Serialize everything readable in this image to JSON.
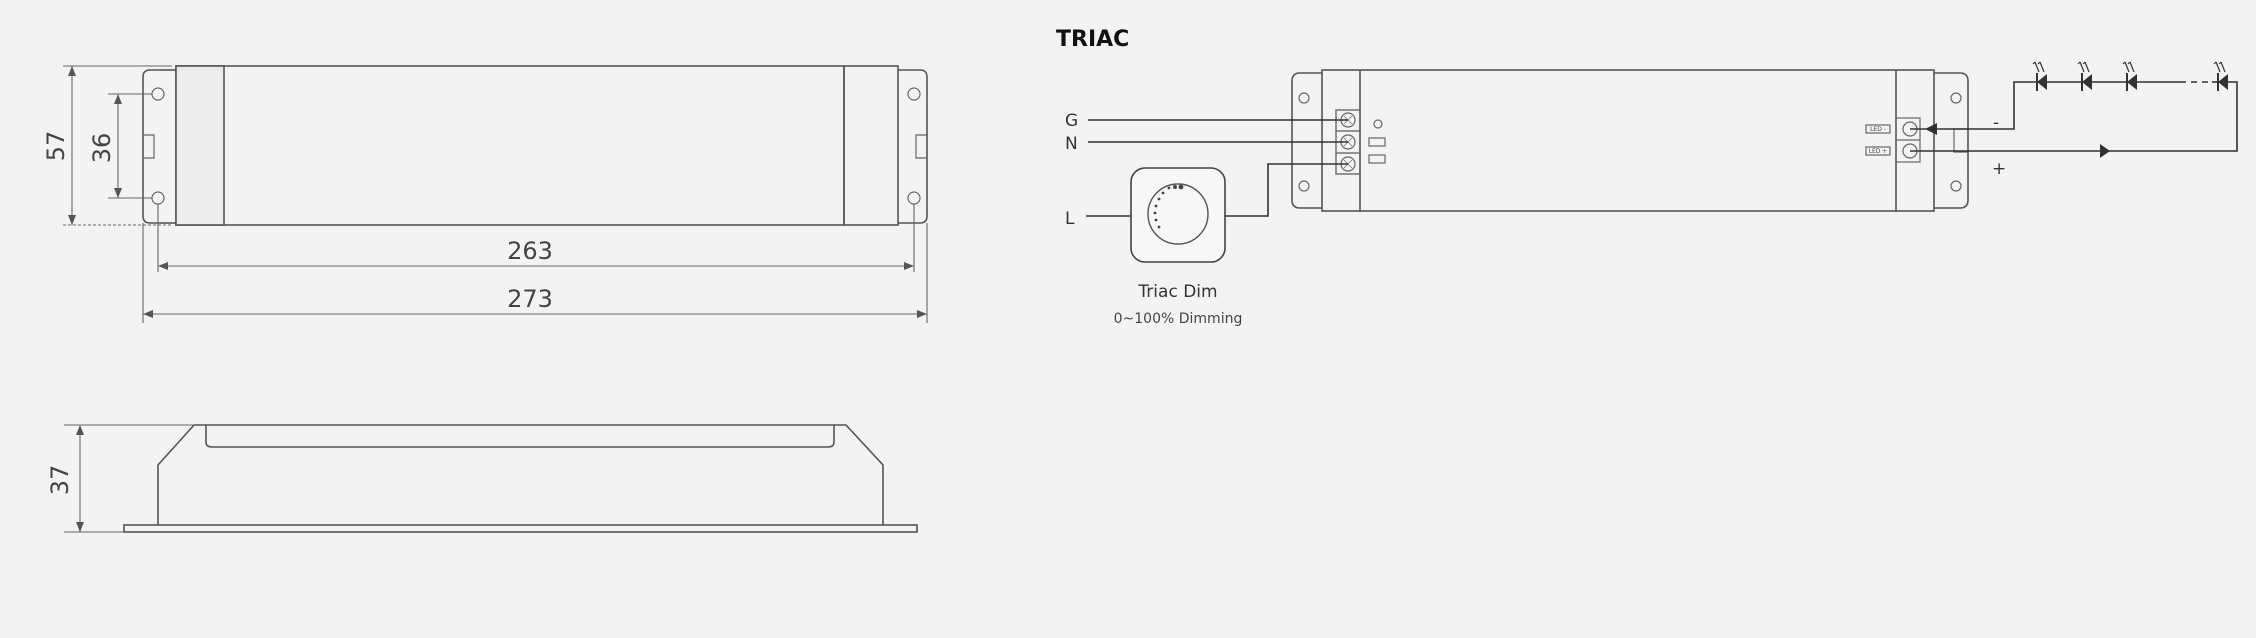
{
  "dimensions": {
    "height_total": "57",
    "hole_spacing": "36",
    "hole_centers_length": "263",
    "overall_length": "273",
    "profile_height": "37"
  },
  "wiring": {
    "title": "TRIAC",
    "inputs": {
      "ground": "G",
      "neutral": "N",
      "live": "L"
    },
    "dimmer": {
      "name": "Triac Dim",
      "range": "0~100% Dimming"
    },
    "output_terminals": {
      "minus": "LED -",
      "plus": "LED +"
    },
    "polarity": {
      "minus": "-",
      "plus": "+"
    },
    "led_count_shown": 4
  }
}
